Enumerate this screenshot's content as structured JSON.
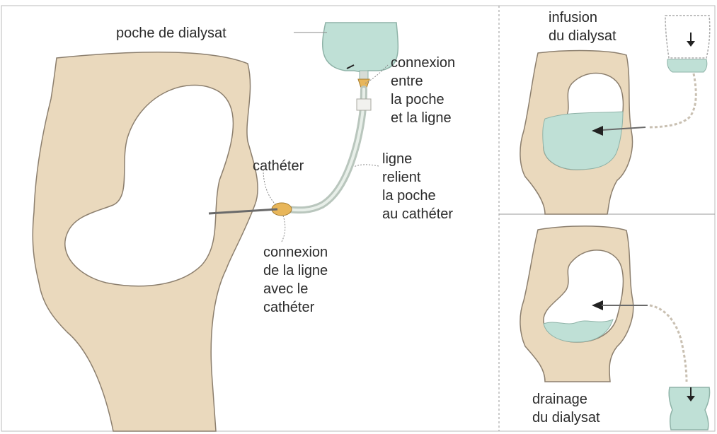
{
  "colors": {
    "body_fill": "#ead9bd",
    "fluid_fill": "#bfe0d6",
    "outline": "#7a6f62",
    "text": "#2b2b2b",
    "connector": "#e8b65a",
    "tube": "#d7dcd6",
    "panel_border": "#9a9a9a"
  },
  "main_panel": {
    "label_bag": "poche de dialysat",
    "label_bag_connection": [
      "connexion",
      "entre",
      "la poche",
      "et la ligne"
    ],
    "label_catheter": "cathéter",
    "label_line": [
      "ligne",
      "relient",
      "la poche",
      "au cathéter"
    ],
    "label_line_connection": [
      "connexion",
      "de la ligne",
      "avec le",
      "cathéter"
    ]
  },
  "infusion_panel": {
    "label": [
      "infusion",
      "du dialysat"
    ]
  },
  "drainage_panel": {
    "label": [
      "drainage",
      "du dialysat"
    ]
  }
}
